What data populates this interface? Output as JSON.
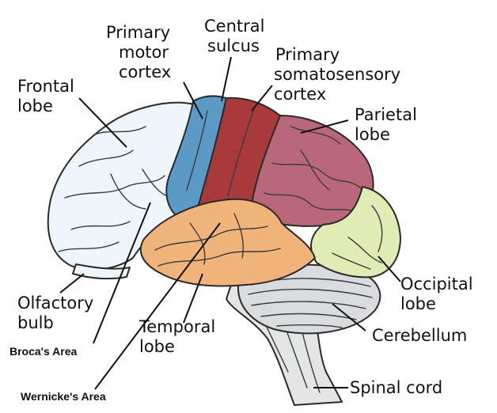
{
  "labels": {
    "frontal_lobe": [
      "Frontal",
      "lobe"
    ],
    "primary_motor_cortex": [
      "Primary",
      "motor",
      "cortex"
    ],
    "central_sulcus": [
      "Central",
      "sulcus"
    ],
    "primary_somatosensory_cortex": [
      "Primary",
      "somatosensory",
      "cortex"
    ],
    "parietal_lobe": [
      "Parietal",
      "lobe"
    ],
    "occipital_lobe": [
      "Occipital",
      "lobe"
    ],
    "cerebellum": "Cerebellum",
    "spinal_cord": "Spinal cord",
    "temporal_lobe": [
      "Temporal",
      "lobe"
    ],
    "olfactory_bulb": [
      "Olfactory",
      "bulb"
    ],
    "brocas_area": "Broca's Area",
    "wernickes_area": "Wernicke's Area"
  },
  "colors": {
    "frontal": "#eef6fb",
    "motor": "#5b9ac6",
    "somatosensory": "#a83a3c",
    "parietal": "#b86878",
    "occipital": "#e0ecb6",
    "temporal": "#f0b47a",
    "cerebellum": "#d8dcdc",
    "brainstem": "#e4e6e6"
  }
}
